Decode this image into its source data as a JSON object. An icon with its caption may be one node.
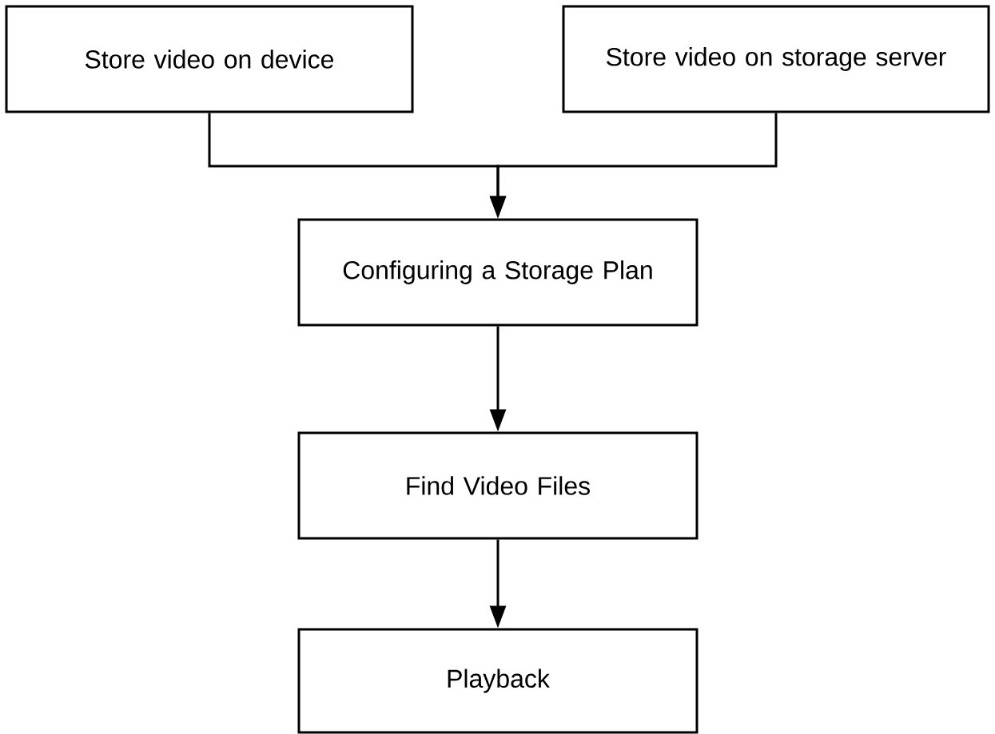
{
  "diagram": {
    "nodes": [
      {
        "text": [
          "Store video on device"
        ]
      },
      {
        "text": [
          "Store video on storage server"
        ]
      },
      {
        "text": [
          "Configuring a Storage Plan"
        ]
      },
      {
        "text": [
          "Find Video Files"
        ]
      },
      {
        "text": [
          "Playback"
        ]
      }
    ],
    "edges": [
      {
        "from": 0,
        "to": 2,
        "arrow": "to"
      },
      {
        "from": 1,
        "to": 2,
        "arrow": "to"
      },
      {
        "from": 2,
        "to": 3,
        "arrow": "to"
      },
      {
        "from": 3,
        "to": 4,
        "arrow": "to"
      }
    ]
  }
}
